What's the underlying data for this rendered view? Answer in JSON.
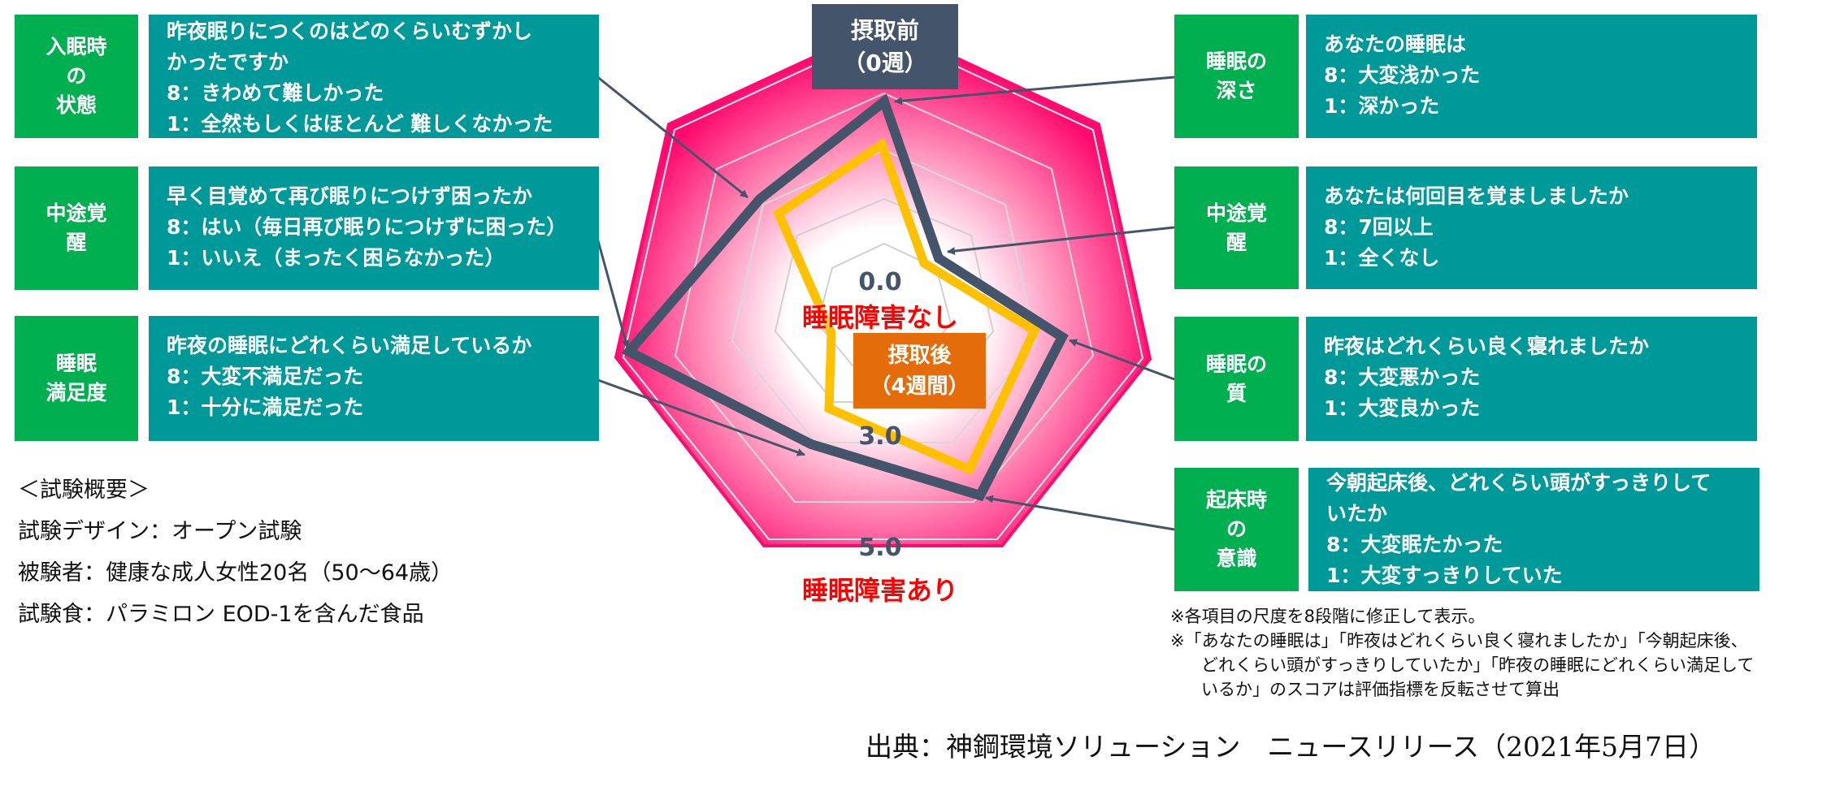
{
  "left_items": [
    {
      "category": "入眠時\nの\n状態",
      "question": "昨夜眠りにつくのはどのくらいむずかし",
      "question_cont": "かったですか",
      "scale_8": "8：きわめて難しかった",
      "scale_1": "1：全然もしくはほとんど 難しくなかった"
    },
    {
      "category": "中途覚\n醒",
      "question": "早く目覚めて再び眠りにつけず困ったか",
      "scale_8": "8：はい（毎日再び眠りにつけずに困った）",
      "scale_1": "1：いいえ（まったく困らなかった）"
    },
    {
      "category": "睡眠\n満足度",
      "question": "昨夜の睡眠にどれくらい満足しているか",
      "scale_8": "8：大変不満足だった",
      "scale_1": "1：十分に満足だった"
    }
  ],
  "right_items": [
    {
      "category": "睡眠の\n深さ",
      "question": "あなたの睡眠は",
      "scale_8": " 8：大変浅かった",
      "scale_1": " 1：深かった"
    },
    {
      "category": "中途覚\n醒",
      "question": "あなたは何回目を覚ましましたか",
      "scale_8": " 8：7回以上",
      "scale_1": " 1：全くなし"
    },
    {
      "category": "睡眠の\n質",
      "question": "昨夜はどれくらい良く寝れましたか",
      "scale_8": "8：大変悪かった",
      "scale_1": "1：大変良かった"
    },
    {
      "category": "起床時\nの\n意識",
      "question": "今朝起床後、どれくらい頭がすっきりして",
      "question_cont": "いたか",
      "scale_8": "8：大変眠たかった",
      "scale_1": "1：大変すっきりしていた"
    }
  ],
  "labels": {
    "pre_line1": "摂取前",
    "pre_line2": "（0週）",
    "post_line1": "摂取後",
    "post_line2": "（4週間）",
    "tick_0": "0.0",
    "tick_3": "3.0",
    "tick_5": "5.0",
    "no_disorder": "睡眠障害なし",
    "disorder": "睡眠障害あり"
  },
  "summary": {
    "title": "＜試験概要＞",
    "design": "試験デザイン：オープン試験",
    "subjects": "被験者：健康な成人女性20名（50～64歳）",
    "food": "試験食：パラミロン EOD-1を含んだ食品"
  },
  "notes": {
    "n1": "※各項目の尺度を8段階に修正して表示。",
    "n2a": "※「あなたの睡眠は」「昨夜はどれくらい良く寝れましたか」「今朝起床後、",
    "n2b": "どれくらい頭がすっきりしていたか」「昨夜の睡眠にどれくらい満足して",
    "n2c": "いるか」のスコアは評価指標を反転させて算出"
  },
  "source": "出典：神鋼環境ソリューション　ニュースリリース（2021年5月7日）",
  "colors": {
    "category_green": "#00B050",
    "question_teal": "#009999",
    "pre_series": "#44546A",
    "post_series": "#FFC000",
    "post_label": "#E46C0A",
    "radar_fill": "#FF0A6E",
    "zone_text": "#FF0000"
  },
  "chart_data": {
    "type": "radar",
    "title": "",
    "axes": [
      "睡眠の深さ",
      "中途覚醒（何回目を覚ましたか）",
      "睡眠の質",
      "起床時の意識",
      "睡眠満足度",
      "中途覚醒（再び眠りにつけず困ったか）",
      "入眠時の状態"
    ],
    "scale_labels": [
      "0.0",
      "3.0",
      "5.0"
    ],
    "range": [
      0,
      5
    ],
    "center_label": "睡眠障害なし",
    "outer_label": "睡眠障害あり",
    "series": [
      {
        "name": "摂取前（0週）",
        "values": [
          4.3,
          1.7,
          3.4,
          3.8,
          3.3,
          4.8,
          3.0
        ]
      },
      {
        "name": "摂取後（4週間）",
        "values": [
          3.5,
          1.4,
          2.9,
          3.2,
          2.6,
          1.2,
          2.4
        ]
      }
    ]
  }
}
